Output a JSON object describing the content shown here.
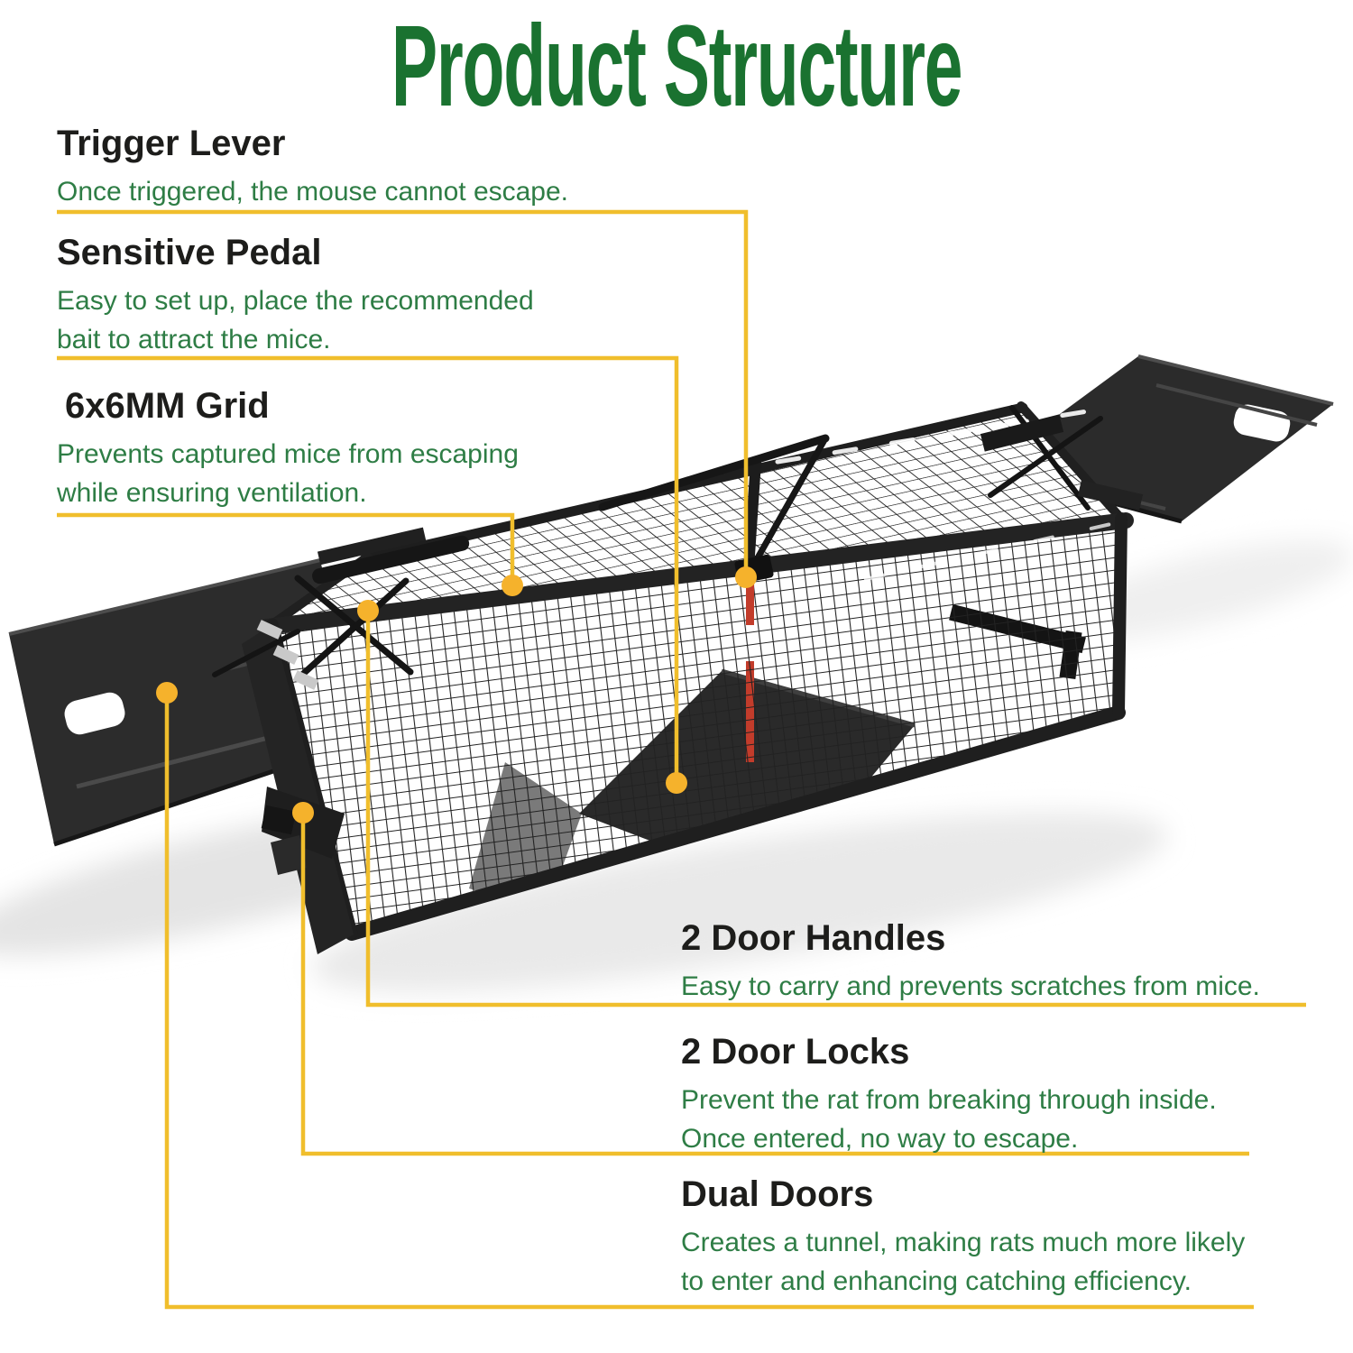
{
  "title": {
    "text": "Product Structure"
  },
  "annotations": {
    "left": [
      {
        "title": "Trigger Lever",
        "lines": [
          "Once triggered, the mouse cannot escape."
        ]
      },
      {
        "title": "Sensitive Pedal",
        "lines": [
          "Easy to set up, place the recommended",
          "bait to attract the mice."
        ]
      },
      {
        "title": "6x6MM Grid",
        "lines": [
          "Prevents captured mice from escaping",
          "while ensuring ventilation."
        ]
      }
    ],
    "right": [
      {
        "title": "2 Door Handles",
        "lines": [
          "Easy to carry and prevents scratches from mice."
        ]
      },
      {
        "title": "2 Door Locks",
        "lines": [
          "Prevent the rat from breaking through inside.",
          "Once entered, no way to escape."
        ]
      },
      {
        "title": "Dual Doors",
        "lines": [
          "Creates a tunnel, making rats much more likely",
          "to enter and enhancing catching efficiency."
        ]
      }
    ]
  },
  "colors": {
    "title_green": "#1a7230",
    "desc_green": "#2e7d45",
    "heading_black": "#1d1d1b",
    "connector_yellow": "#f0be2c",
    "dot_yellow": "#f5b22c",
    "trap_dark": "#262626",
    "trigger_red": "#c23c2b",
    "background": "#ffffff"
  }
}
